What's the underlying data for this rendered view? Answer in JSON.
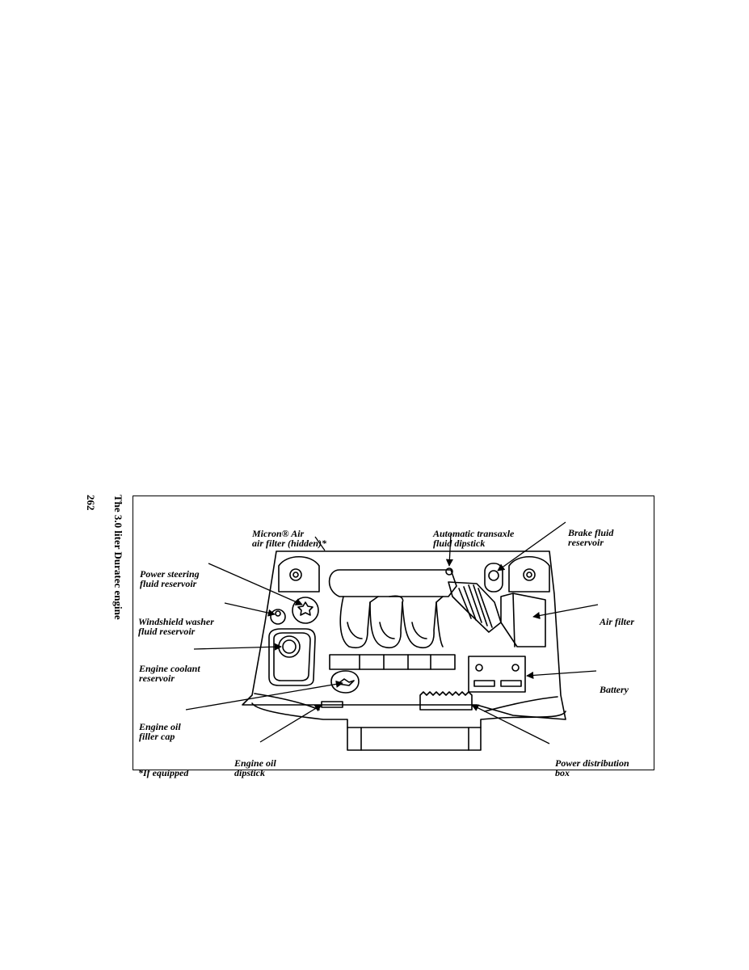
{
  "page": {
    "number": "262",
    "heading": "The 3.0 liter Duratec engine"
  },
  "callouts": {
    "micron_air": [
      "Micron® Air",
      "air filter (hidden)*"
    ],
    "transaxle_dipstick": [
      "Automatic transaxle",
      "fluid dipstick"
    ],
    "brake_fluid": [
      "Brake fluid",
      "reservoir"
    ],
    "power_steering": [
      "Power steering",
      "fluid reservoir"
    ],
    "washer_fluid": [
      "Windshield washer",
      "fluid reservoir"
    ],
    "air_filter": [
      "Air filter"
    ],
    "coolant": [
      "Engine coolant",
      "reservoir"
    ],
    "battery": [
      "Battery"
    ],
    "oil_filler": [
      "Engine oil",
      "filler cap"
    ],
    "oil_dipstick": [
      "Engine oil",
      "dipstick"
    ],
    "footnote": [
      "*If equipped"
    ],
    "power_distribution": [
      "Power distribution",
      "box"
    ]
  }
}
